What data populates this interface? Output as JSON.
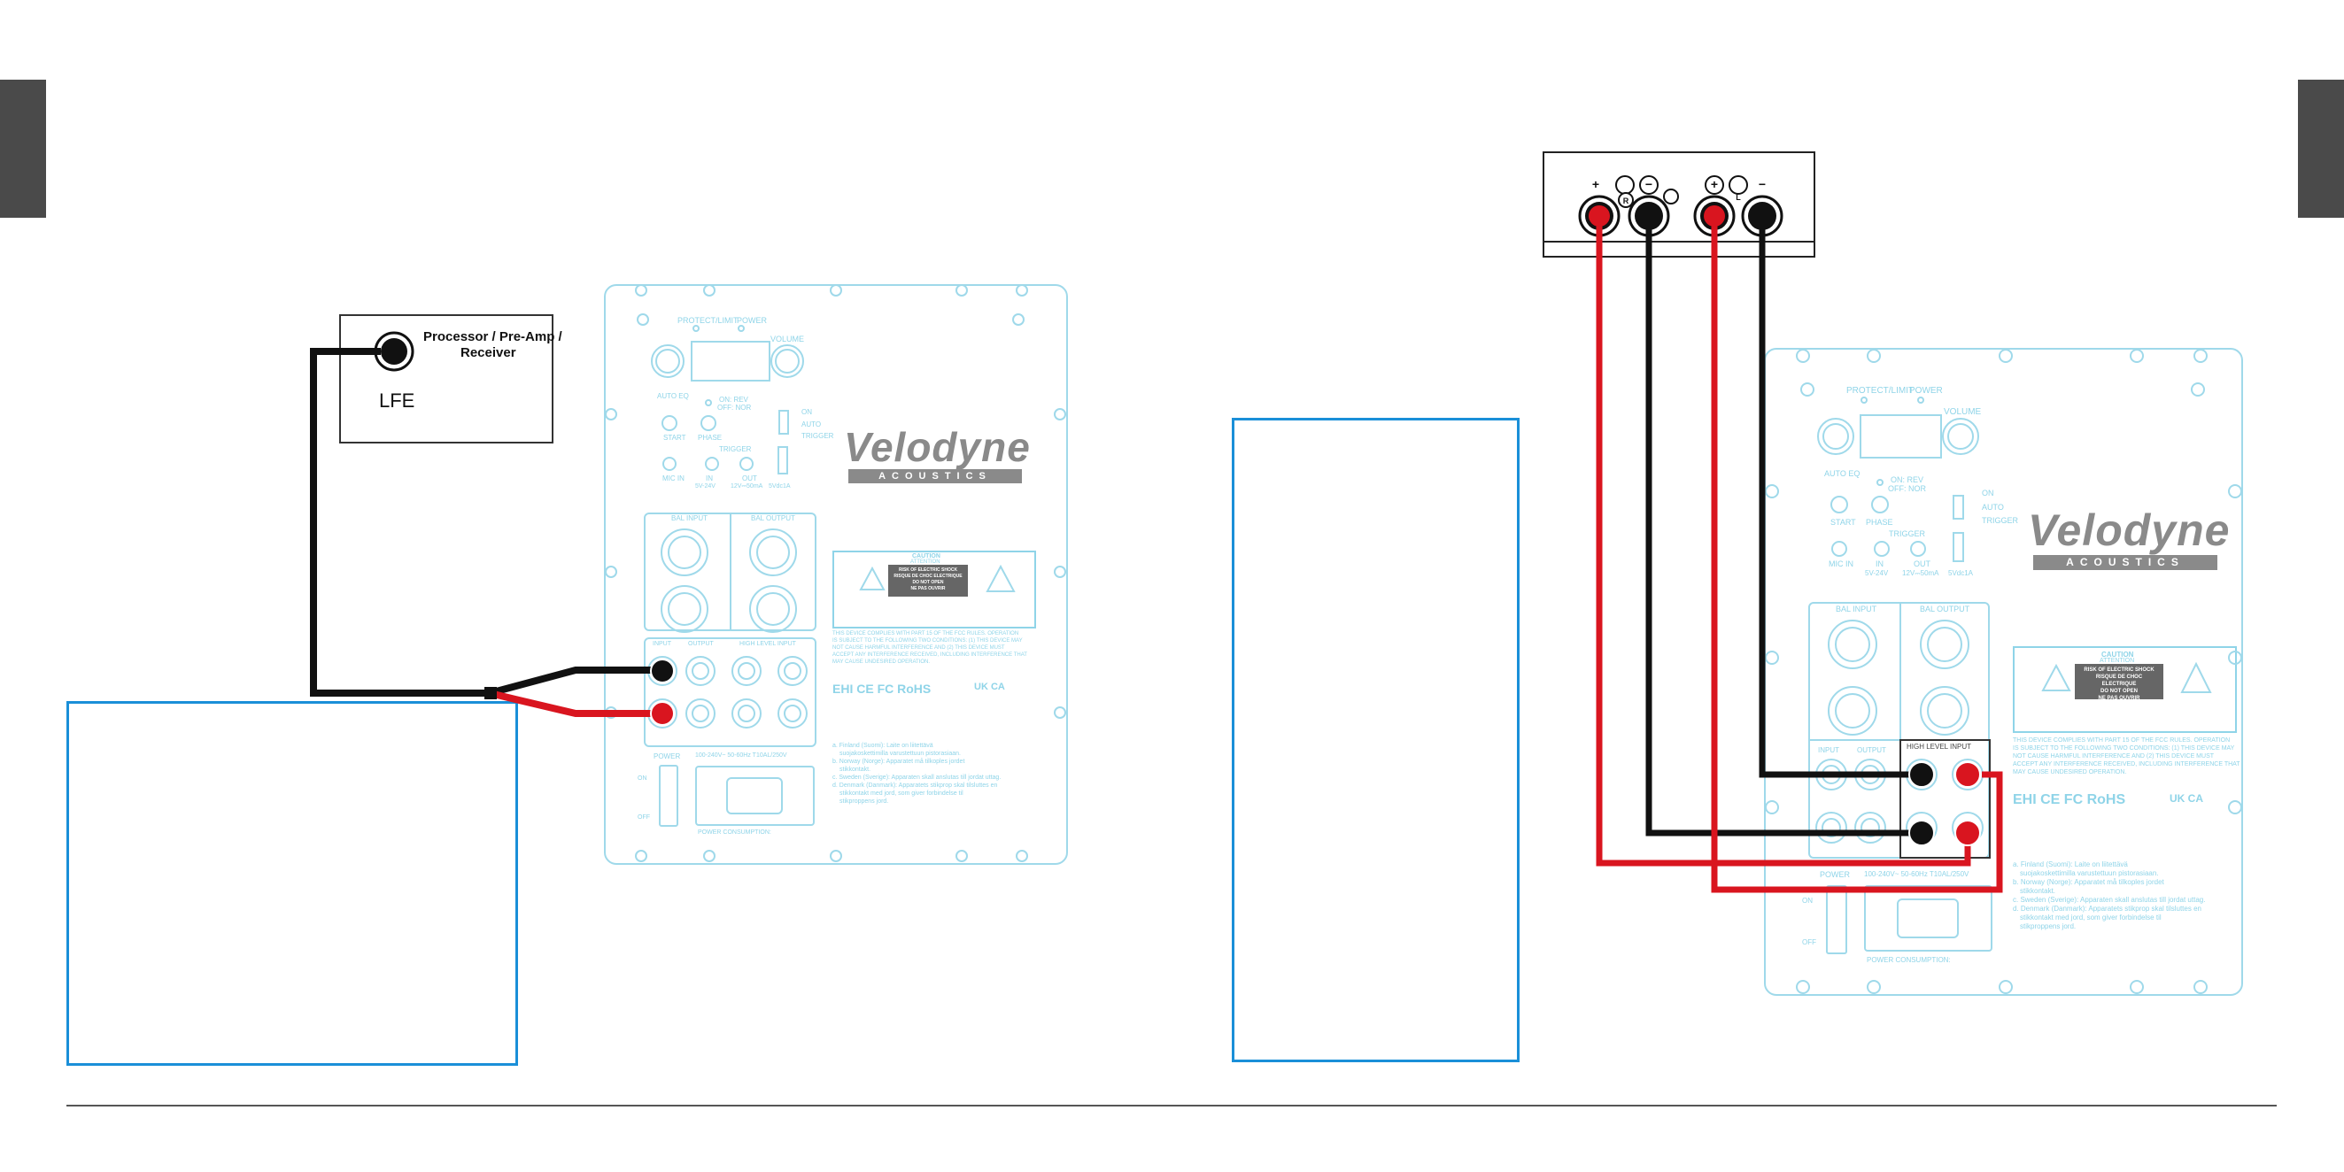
{
  "left": {
    "processor_label": "Processor / Pre-Amp /",
    "processor_label2": "Receiver",
    "lfe_label": "LFE"
  },
  "amp_terminals": {
    "r_label": "R",
    "l_label": "L",
    "plus": "+",
    "minus": "−"
  },
  "panel": {
    "protect_label": "PROTECT/LIMIT",
    "power_led_label": "POWER",
    "volume_label": "VOLUME",
    "auto_eq_label": "AUTO EQ",
    "on_rev_label": "ON: REV",
    "off_nor_label": "OFF: NOR",
    "on_label": "ON",
    "auto_label": "AUTO",
    "trigger_label": "TRIGGER",
    "start_label": "START",
    "phase_label": "PHASE",
    "trigger_group_label": "TRIGGER",
    "mic_in_label": "MIC IN",
    "in_label": "IN",
    "out_label": "OUT",
    "in_spec": "5V-24V",
    "out_spec": "12V⎓50mA",
    "fuse_spec": "5Vdc1A",
    "brand": "Velodyne",
    "brand_sub": "ACOUSTICS",
    "bal_input_label": "BAL INPUT",
    "bal_output_label": "BAL OUTPUT",
    "input_label": "INPUT",
    "output_label": "OUTPUT",
    "high_level_label": "HIGH LEVEL INPUT",
    "caution_title": "CAUTION",
    "caution_sub": "ATTENTION",
    "caution_l1": "RISK OF ELECTRIC SHOCK",
    "caution_l2": "RISQUE DE CHOC ELECTRIQUE",
    "caution_l3": "DO NOT OPEN",
    "caution_l4": "NE PAS OUVRIR",
    "fcc_l1": "THIS DEVICE COMPLIES WITH PART 15 OF THE FCC RULES. OPERATION",
    "fcc_l2": "IS SUBJECT TO THE FOLLOWING TWO CONDITIONS: (1) THIS DEVICE MAY",
    "fcc_l3": "NOT CAUSE HARMFUL INTERFERENCE AND (2) THIS DEVICE MUST",
    "fcc_l4": "ACCEPT ANY INTERFERENCE RECEIVED, INCLUDING INTERFERENCE THAT",
    "fcc_l5": "MAY CAUSE UNDESIRED OPERATION.",
    "marks": "EHI CE FC RoHS",
    "uk_ca": "UK CA",
    "power_label": "POWER",
    "on_switch": "ON",
    "off_switch": "OFF",
    "voltage": "100-240V~ 50-60Hz T10AL/250V",
    "consumption": "POWER CONSUMPTION:",
    "note_a": "a. Finland (Suomi): Laite on liitettävä",
    "note_a2": "suojakoskettimilla varustettuun pistorasiaan.",
    "note_b": "b. Norway (Norge): Apparatet må tilkoples jordet",
    "note_b2": "stikkontakt.",
    "note_c": "c. Sweden (Sverige): Apparaten skall anslutas till jordat uttag.",
    "note_d": "d. Denmark (Danmark): Apparatets stikprop skal tilsluttes en",
    "note_d2": "stikkontakt med jord, som giver forbindelse til",
    "note_d3": "stikproppens jord."
  },
  "colors": {
    "tab": "#4a4a4a",
    "blue_box": "#1a8fd8",
    "panel_line": "#9fd9ea",
    "wire_red": "#d9151f",
    "wire_black": "#111111"
  }
}
